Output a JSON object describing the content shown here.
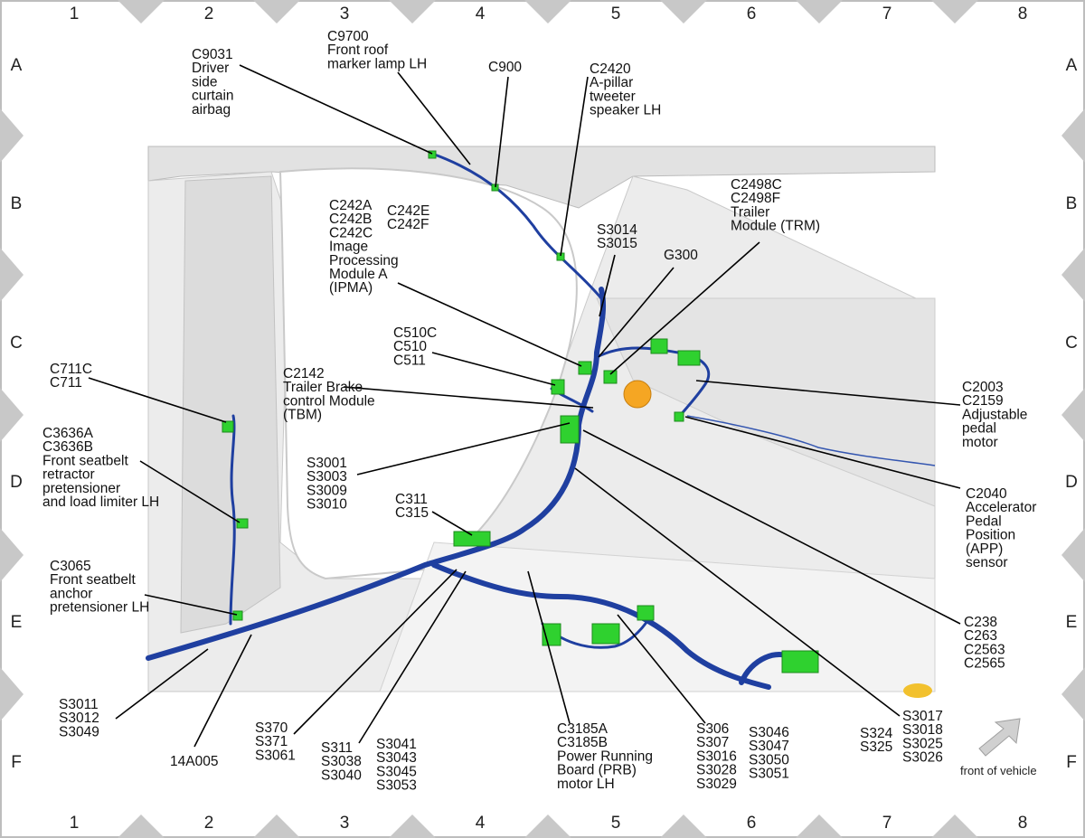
{
  "grid": {
    "columns": [
      "1",
      "2",
      "3",
      "4",
      "5",
      "6",
      "7",
      "8"
    ],
    "rows": [
      "A",
      "B",
      "C",
      "D",
      "E",
      "F"
    ]
  },
  "callouts": [
    {
      "id": "c9031",
      "lines": [
        "C9031",
        "Driver",
        "side",
        "curtain",
        "airbag"
      ]
    },
    {
      "id": "c9700",
      "lines": [
        "C9700",
        "Front roof",
        "marker lamp LH"
      ]
    },
    {
      "id": "c900",
      "lines": [
        "C900"
      ]
    },
    {
      "id": "c2420",
      "lines": [
        "C2420",
        "A-pillar",
        "tweeter",
        "speaker LH"
      ]
    },
    {
      "id": "c242a",
      "lines": [
        "C242A",
        "C242B",
        "C242C",
        "Image",
        "Processing",
        "Module A",
        "(IPMA)"
      ]
    },
    {
      "id": "c242e",
      "lines": [
        "C242E",
        "C242F"
      ]
    },
    {
      "id": "s3014",
      "lines": [
        "S3014",
        "S3015"
      ]
    },
    {
      "id": "g300",
      "lines": [
        "G300"
      ]
    },
    {
      "id": "c2498",
      "lines": [
        "C2498C",
        "C2498F",
        "Trailer",
        "Module (TRM)"
      ]
    },
    {
      "id": "c510",
      "lines": [
        "C510C",
        "C510",
        "C511"
      ]
    },
    {
      "id": "c711",
      "lines": [
        "C711C",
        "C711"
      ]
    },
    {
      "id": "c2142",
      "lines": [
        "C2142",
        "Trailer Brake",
        "control Module",
        "(TBM)"
      ]
    },
    {
      "id": "c2003",
      "lines": [
        "C2003",
        "C2159",
        "Adjustable",
        "pedal",
        "motor"
      ]
    },
    {
      "id": "c3636",
      "lines": [
        "C3636A",
        "C3636B",
        "Front seatbelt",
        "retractor",
        "pretensioner",
        "and load limiter LH"
      ]
    },
    {
      "id": "s3001",
      "lines": [
        "S3001",
        "S3003",
        "S3009",
        "S3010"
      ]
    },
    {
      "id": "c2040",
      "lines": [
        "C2040",
        "Accelerator",
        "Pedal",
        "Position",
        "(APP)",
        "sensor"
      ]
    },
    {
      "id": "c311",
      "lines": [
        "C311",
        "C315"
      ]
    },
    {
      "id": "c3065",
      "lines": [
        "C3065",
        "Front seatbelt",
        "anchor",
        "pretensioner LH"
      ]
    },
    {
      "id": "c238",
      "lines": [
        "C238",
        "C263",
        "C2563",
        "C2565"
      ]
    },
    {
      "id": "s3011",
      "lines": [
        "S3011",
        "S3012",
        "S3049"
      ]
    },
    {
      "id": "a14005",
      "lines": [
        "14A005"
      ]
    },
    {
      "id": "s370",
      "lines": [
        "S370",
        "S371",
        "S3061"
      ]
    },
    {
      "id": "s311",
      "lines": [
        "S311",
        "S3038",
        "S3040"
      ]
    },
    {
      "id": "s3041",
      "lines": [
        "S3041",
        "S3043",
        "S3045",
        "S3053"
      ]
    },
    {
      "id": "c3185",
      "lines": [
        "C3185A",
        "C3185B",
        "Power Running",
        "Board (PRB)",
        "motor LH"
      ]
    },
    {
      "id": "s306",
      "lines": [
        "S306",
        "S307",
        "S3016",
        "S3028",
        "S3029"
      ]
    },
    {
      "id": "s3046",
      "lines": [
        "S3046",
        "S3047",
        "S3050",
        "S3051"
      ]
    },
    {
      "id": "s324",
      "lines": [
        "S324",
        "S325"
      ]
    },
    {
      "id": "s3017",
      "lines": [
        "S3017",
        "S3018",
        "S3025",
        "S3026"
      ]
    }
  ],
  "front_of_vehicle": "front of vehicle",
  "colors": {
    "harness": "#1f3fa0",
    "connector": "#2fd12f",
    "body": "#d9d9d9",
    "border": "#bdbdbd"
  }
}
